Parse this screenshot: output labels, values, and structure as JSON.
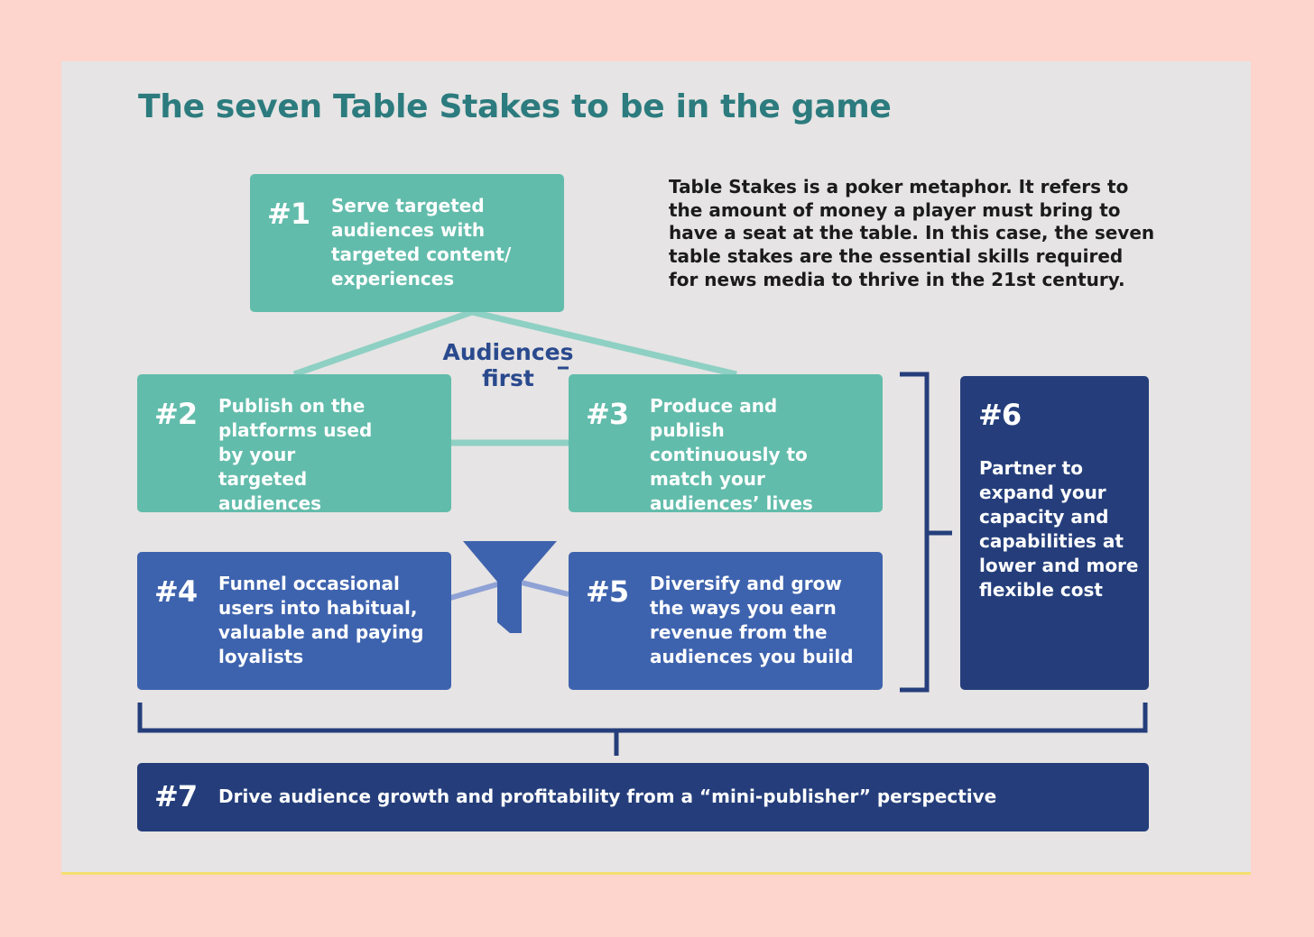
{
  "title": "The seven Table Stakes to be in the game",
  "intro": "Table Stakes is a poker metaphor. It refers to the amount of money a player must bring to have a seat at the table. In this case, the seven table stakes are the essential skills required for news media to thrive in the 21st century.",
  "center_label": "Audiences first",
  "stakes": [
    {
      "num": "#1",
      "text": "Serve targeted audiences with targeted content/ experiences"
    },
    {
      "num": "#2",
      "text": "Publish on the platforms used by your targeted audiences"
    },
    {
      "num": "#3",
      "text": "Produce and publish continuously to match your audiences’ lives"
    },
    {
      "num": "#4",
      "text": "Funnel occasional users into habitual, valuable and paying loyalists"
    },
    {
      "num": "#5",
      "text": "Diversify and grow the ways you earn revenue from the audiences you build"
    },
    {
      "num": "#6",
      "text": "Partner to expand your capacity and capabilities at lower and more flexible cost"
    },
    {
      "num": "#7",
      "text": "Drive audience growth and profitability from a “mini-publisher” perspective"
    }
  ],
  "colors": {
    "background": "#fdd5cd",
    "slide": "#e6e4e4",
    "title": "#2c7b7e",
    "teal": "#62bcab",
    "blue": "#3e63ae",
    "navy": "#253e7b"
  },
  "icons": {
    "funnel": "funnel-icon"
  }
}
